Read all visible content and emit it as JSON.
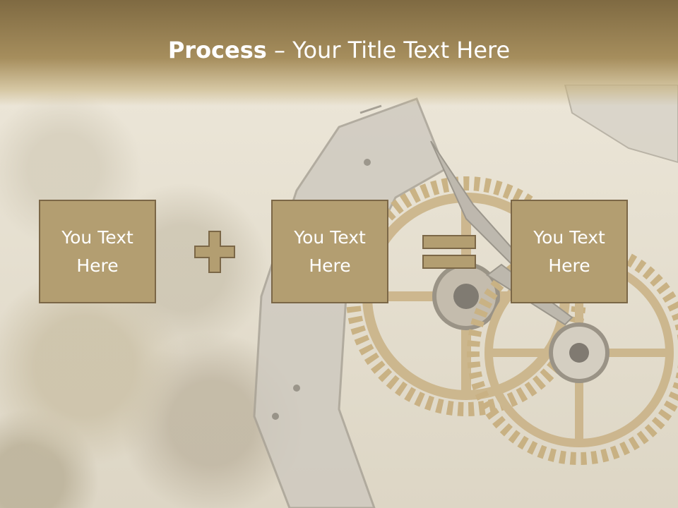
{
  "title": {
    "bold": "Process",
    "dash": " – ",
    "rest": "Your Title Text Here"
  },
  "boxes": [
    {
      "text": "You Text\nHere"
    },
    {
      "text": "You Text\nHere"
    },
    {
      "text": "You Text\nHere"
    }
  ],
  "operators": [
    "plus",
    "equals"
  ],
  "colors": {
    "header": "#8a744a",
    "box_fill": "#b39e71",
    "box_border": "#7b6747",
    "text": "#ffffff"
  },
  "icons": [
    "plus-icon",
    "equals-icon",
    "gear-background-image"
  ]
}
